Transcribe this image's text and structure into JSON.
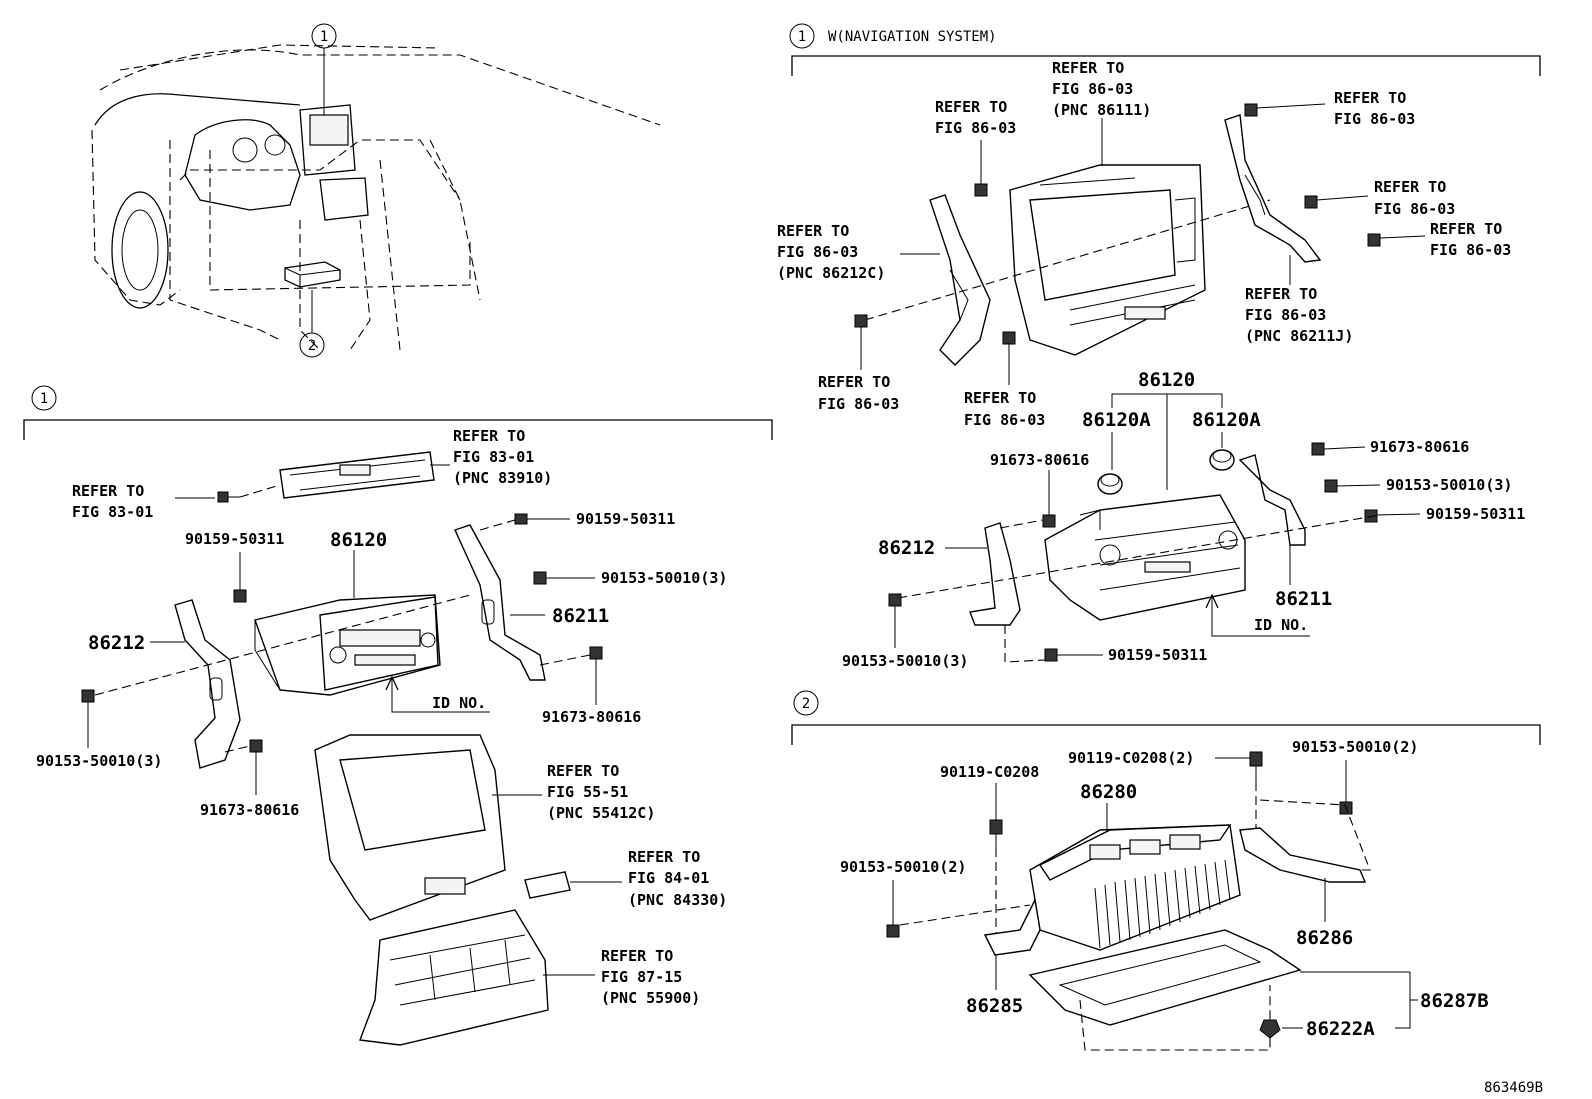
{
  "diagram_id": "863469B",
  "markers": {
    "one": "1",
    "two": "2"
  },
  "section_nav": {
    "title": "W(NAVIGATION SYSTEM)",
    "ref_top_display": [
      "REFER TO",
      "FIG 86-03",
      "(PNC 86111)"
    ],
    "ref_left_upper": [
      "REFER TO",
      "FIG 86-03"
    ],
    "ref_left_pnc": [
      "REFER TO",
      "FIG 86-03",
      "(PNC 86212C)"
    ],
    "ref_left_lower": [
      "REFER TO",
      "FIG 86-03"
    ],
    "ref_mid_lower": [
      "REFER TO",
      "FIG 86-03"
    ],
    "ref_right_1": [
      "REFER TO",
      "FIG 86-03"
    ],
    "ref_right_2": [
      "REFER TO",
      "FIG 86-03"
    ],
    "ref_right_3": [
      "REFER TO",
      "FIG 86-03"
    ],
    "ref_right_pnc": [
      "REFER TO",
      "FIG 86-03",
      "(PNC 86211J)"
    ],
    "p_86120": "86120",
    "p_86120A_left": "86120A",
    "p_86120A_right": "86120A",
    "p_91673_left": "91673-80616",
    "p_91673_right": "91673-80616",
    "p_86212": "86212",
    "p_86211": "86211",
    "p_90153_right": "90153-50010(3)",
    "p_90159_right": "90159-50311",
    "p_90153_bottom": "90153-50010(3)",
    "p_90159_bottom": "90159-50311",
    "id_no": "ID NO."
  },
  "section_audio": {
    "ref_display": [
      "REFER TO",
      "FIG 83-01",
      "(PNC 83910)"
    ],
    "ref_screw": [
      "REFER TO",
      "FIG 83-01"
    ],
    "p_90159_left": "90159-50311",
    "p_86120": "86120",
    "p_90159_right": "90159-50311",
    "p_90153_right": "90153-50010(3)",
    "p_86212": "86212",
    "p_86211": "86211",
    "p_91673_right": "91673-80616",
    "p_90153_left": "90153-50010(3)",
    "p_91673_left": "91673-80616",
    "id_no": "ID NO.",
    "ref_panel": [
      "REFER TO",
      "FIG 55-51",
      "(PNC 55412C)"
    ],
    "ref_switch": [
      "REFER TO",
      "FIG 84-01",
      "(PNC 84330)"
    ],
    "ref_climate": [
      "REFER TO",
      "FIG 87-15",
      "(PNC 55900)"
    ]
  },
  "section_amp": {
    "p_90119_left": "90119-C0208",
    "p_90119_right": "90119-C0208(2)",
    "p_90153_right": "90153-50010(2)",
    "p_86280": "86280",
    "p_90153_left": "90153-50010(2)",
    "p_86286": "86286",
    "p_86285": "86285",
    "p_86287B": "86287B",
    "p_86222A": "86222A"
  }
}
